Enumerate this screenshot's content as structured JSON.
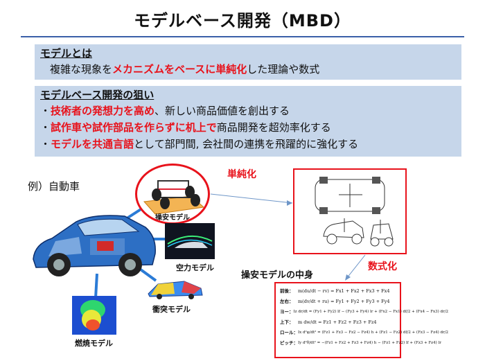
{
  "title": "モデルベース開発（MBD）",
  "definition": {
    "heading": "モデルとは",
    "parts": [
      "複雑な現象を",
      "メカニズムをベースに単純化",
      "した理論や数式"
    ]
  },
  "goals": {
    "heading": "モデルベース開発の狙い",
    "lines": [
      [
        "・",
        "技術者の発想力を高め",
        "、新しい商品価値を創出する"
      ],
      [
        "・",
        "試作車や試作部品を作らずに机上で",
        "商品開発を超効率化する"
      ],
      [
        "・",
        "モデルを共通言語",
        "として部門間, 会社間の連携を飛躍的に強化する"
      ]
    ]
  },
  "example_label": "例）自動車",
  "models": {
    "handling": "操安モデル",
    "aero": "空力モデル",
    "crash": "衝突モデル",
    "combustion": "燃焼モデル"
  },
  "simplification_label": "単純化",
  "formulation_label": "数式化",
  "model_contents_title": "操安モデルの中身",
  "equations": [
    {
      "name": "前後：",
      "expr": "m(du/dt − rv) = Fx1 + Fx2 + Fx3 + Fx4"
    },
    {
      "name": "左右：",
      "expr": "m(dv/dt + ru) = Fy1 + Fy2 + Fy3 + Fy4"
    },
    {
      "name": "ヨー：",
      "expr": "Iz dr/dt = (Fy1 + Fy2) lf − (Fy3 + Fy4) lr + (Fx2 − Fx1) df/2 + (Fx4 − Fx3) dr/2"
    },
    {
      "name": "上下：",
      "expr": "m dw/dt = Fz1 + Fz2 + Fz3 + Fz4"
    },
    {
      "name": "ロール：",
      "expr": "Ix d²φ/dt² = (Fz1 + Fz3 − Fz2 − Fz4) h + (Fz1 − Fz2) df/2 + (Fz3 − Fz4) dr/2"
    },
    {
      "name": "ピッチ：",
      "expr": "Iy d²θ/dt² = −(Fz1 + Fz2 + Fz3 + Fz4) h − (Fz1 + Fz2) lf + (Fz3 + Fz4) lr"
    }
  ],
  "colors": {
    "accent_red": "#e8121b",
    "box_fill": "#c6d6ea",
    "title_rule": "#3a5fa8",
    "connector_blue": "#2b7bd6"
  }
}
